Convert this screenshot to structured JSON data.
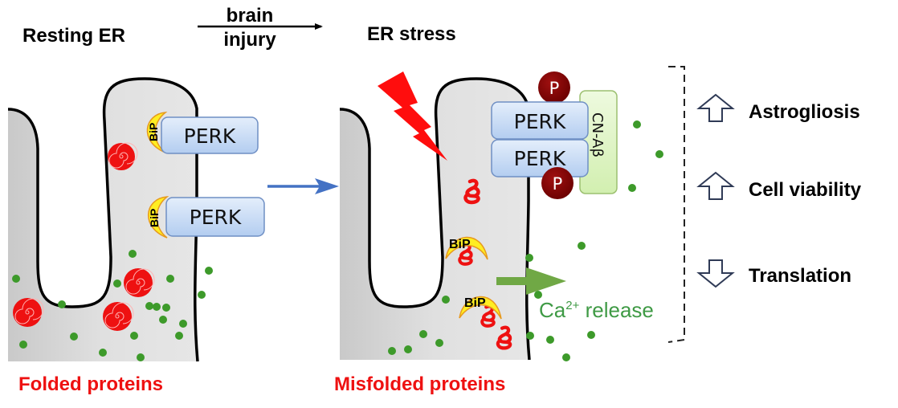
{
  "header": {
    "resting_label": "Resting ER",
    "transition_top": "brain",
    "transition_bottom": "injury",
    "stress_label": "ER stress"
  },
  "left_panel": {
    "perk_labels": [
      "PERK",
      "PERK"
    ],
    "bip_labels": [
      "BiP",
      "BiP"
    ],
    "caption": "Folded proteins"
  },
  "right_panel": {
    "perk_labels": [
      "PERK",
      "PERK"
    ],
    "phospho_labels": [
      "P",
      "P"
    ],
    "inhibitor_label": "CN-Aβ",
    "bip_labels": [
      "BiP",
      "BiP"
    ],
    "calcium_label_base": "Ca",
    "calcium_label_sup": "2+",
    "calcium_label_rest": " release",
    "caption": "Misfolded proteins"
  },
  "effects": [
    {
      "label": "Astrogliosis",
      "direction": "up"
    },
    {
      "label": "Cell viability",
      "direction": "up"
    },
    {
      "label": "Translation",
      "direction": "down"
    }
  ],
  "colors": {
    "er_fill": "#dcdcdc",
    "perk_fill": "#c9dcf6",
    "perk_stroke": "#6f8fc4",
    "bip_fill": "#ffee22",
    "bip_stroke": "#e79a1e",
    "folded_protein": "#ee1111",
    "calcium_dot": "#3d9a2a",
    "phospho_fill": "#8b0000",
    "inhibitor_fill": "#def5c0",
    "inhibitor_stroke": "#9cc070",
    "transition_arrow": "#4472c4",
    "release_arrow": "#70a845",
    "caption_red": "#ee1111",
    "effect_arrow_stroke": "#2f3a56"
  }
}
